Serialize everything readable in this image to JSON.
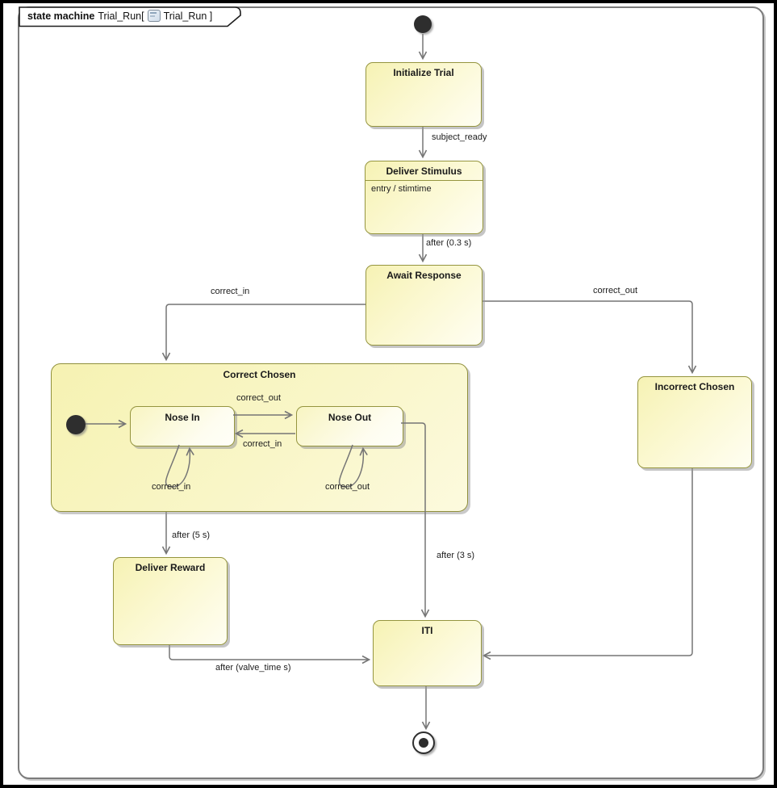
{
  "diagram": {
    "kind": "uml-state-machine",
    "tab": {
      "keyword": "state machine",
      "name": "Trial_Run[",
      "icon": "state-diagram-icon",
      "reference": "Trial_Run ]"
    },
    "states": {
      "initialize_trial": {
        "label": "Initialize Trial"
      },
      "deliver_stimulus": {
        "label": "Deliver Stimulus",
        "entry": "entry / stimtime"
      },
      "await_response": {
        "label": "Await Response"
      },
      "correct_chosen": {
        "label": "Correct Chosen"
      },
      "nose_in": {
        "label": "Nose In"
      },
      "nose_out": {
        "label": "Nose Out"
      },
      "incorrect_chosen": {
        "label": "Incorrect Chosen"
      },
      "deliver_reward": {
        "label": "Deliver Reward"
      },
      "iti": {
        "label": "ITI"
      }
    },
    "transitions": {
      "subject_ready": "subject_ready",
      "after_stim": "after (0.3 s)",
      "correct_in_outer": "correct_in",
      "correct_out_outer": "correct_out",
      "nose_in_to_out": "correct_out",
      "nose_out_to_in": "correct_in",
      "nose_in_self": "correct_in",
      "nose_out_self": "correct_out",
      "after_5s": "after (5 s)",
      "after_3s": "after (3 s)",
      "after_valve": "after (valve_time s)"
    },
    "colors": {
      "state_fill_light": "#fffef2",
      "state_fill_yellow": "#f6f2b4",
      "state_border": "#95953f",
      "connector": "#757575",
      "frame_border": "#7b7b7b",
      "pseudostate": "#2e2e2e"
    }
  }
}
